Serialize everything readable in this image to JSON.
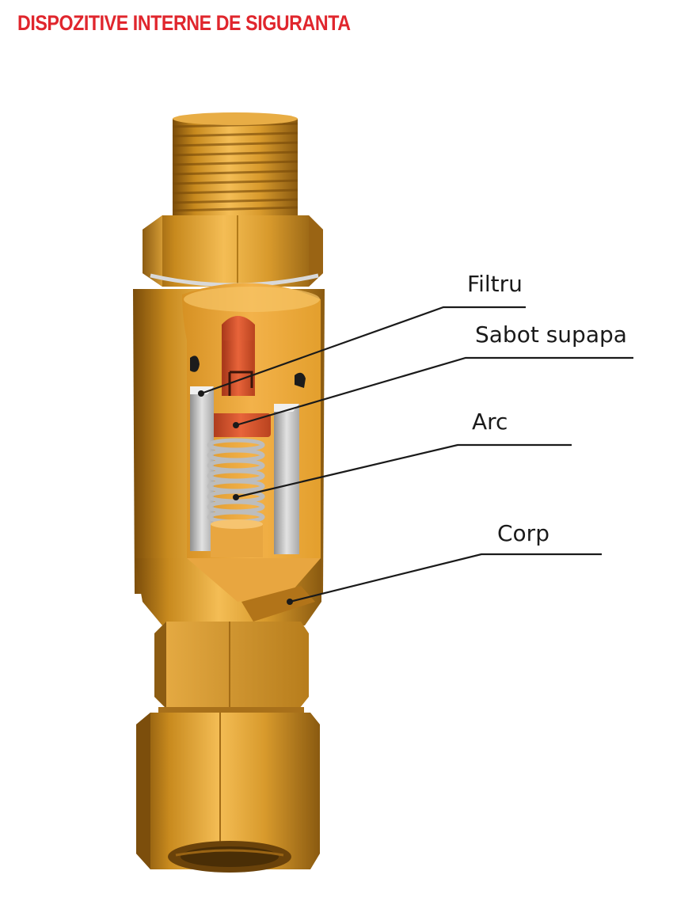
{
  "title": "DISPOZITIVE INTERNE DE SIGURANTA",
  "labels": {
    "filtru": "Filtru",
    "sabot_supapa": "Sabot supapa",
    "arc": "Arc",
    "corp": "Corp"
  },
  "colors": {
    "title": "#e0262d",
    "brass": "#c88a1e",
    "brass_light": "#f0b548",
    "brass_dark": "#7a4c0a",
    "copper": "#d9542c",
    "filter_grey": "#c8c8c8",
    "spring": "#b8b8b8"
  }
}
